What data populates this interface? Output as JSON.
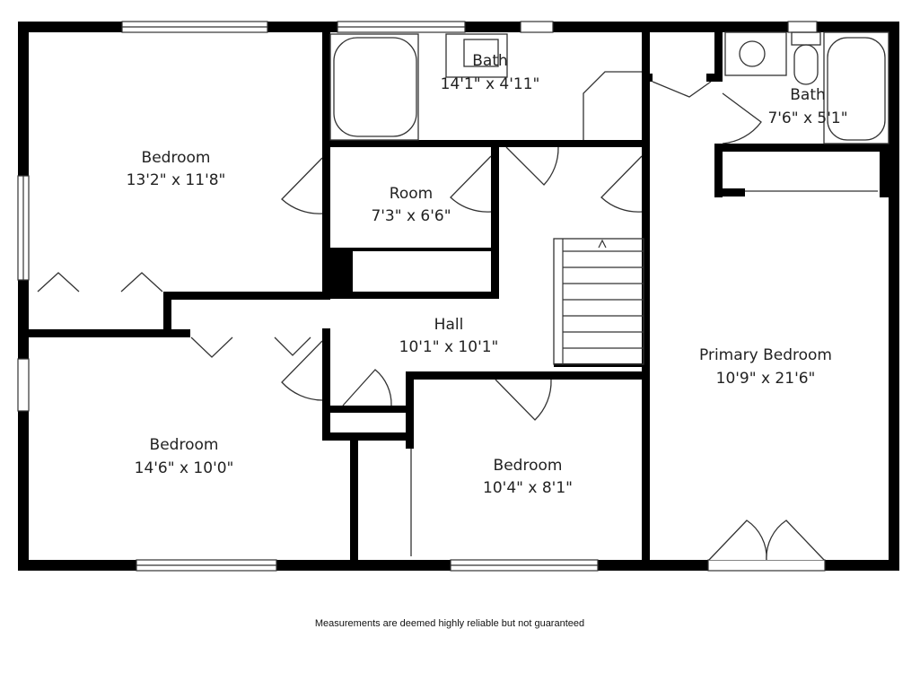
{
  "colors": {
    "wall": "#000000",
    "line": "#333333",
    "background": "#ffffff"
  },
  "rooms": [
    {
      "id": "bedroom-nw",
      "name": "Bedroom",
      "dims": "13'2\" x 11'8\""
    },
    {
      "id": "bath-top",
      "name": "Bath",
      "dims": "14'1\" x 4'11\""
    },
    {
      "id": "bath-ne",
      "name": "Bath",
      "dims": "7'6\" x 5'1\""
    },
    {
      "id": "room",
      "name": "Room",
      "dims": "7'3\" x 6'6\""
    },
    {
      "id": "hall",
      "name": "Hall",
      "dims": "10'1\" x 10'1\""
    },
    {
      "id": "primary-bedroom",
      "name": "Primary Bedroom",
      "dims": "10'9\" x 21'6\""
    },
    {
      "id": "bedroom-sw",
      "name": "Bedroom",
      "dims": "14'6\" x 10'0\""
    },
    {
      "id": "bedroom-center",
      "name": "Bedroom",
      "dims": "10'4\" x 8'1\""
    }
  ],
  "disclaimer": "Measurements are deemed highly reliable but not guaranteed"
}
